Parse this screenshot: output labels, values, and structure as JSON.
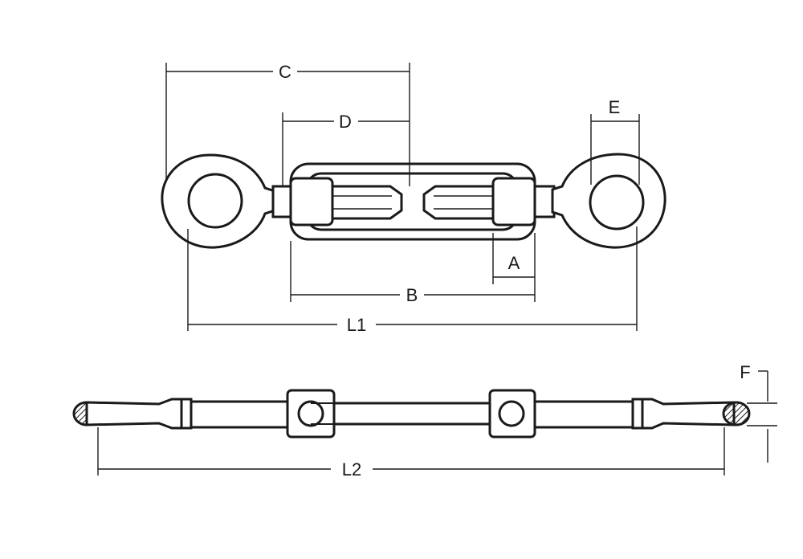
{
  "diagram": {
    "top_view": {
      "labels": {
        "c": "C",
        "d": "D",
        "e": "E",
        "a": "A",
        "b": "B",
        "l1": "L1"
      }
    },
    "side_view": {
      "labels": {
        "f": "F",
        "l2": "L2"
      }
    },
    "colors": {
      "line": "#1a1a1a",
      "background": "#ffffff",
      "hatch": "#1a1a1a"
    }
  }
}
